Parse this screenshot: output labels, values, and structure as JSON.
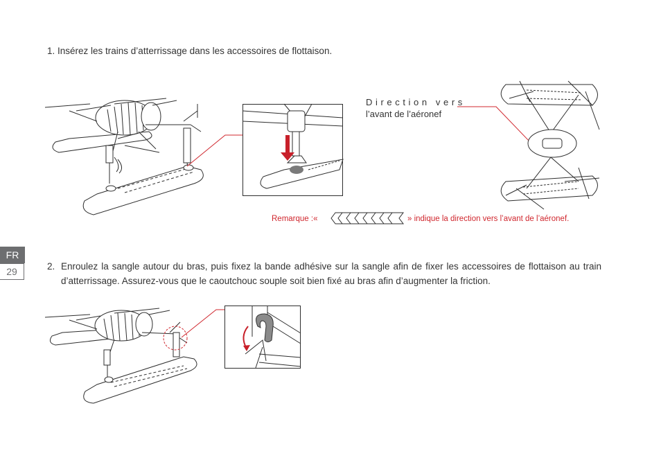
{
  "step1": {
    "text": "1. Insérez les trains d’atterrissage dans les accessoires de flottaison."
  },
  "step2": {
    "number": "2.",
    "text": "Enroulez la sangle autour du bras, puis fixez la bande adhésive sur la sangle afin de fixer les accessoires de flottaison au train d’atterrissage. Assurez-vous que le caoutchouc souple soit bien fixé au bras afin d’augmenter la friction."
  },
  "direction_label": {
    "line1": "Direction vers",
    "line2": "l’avant de l’aéronef"
  },
  "remark": {
    "prefix": "Remarque :«",
    "suffix": "» indique la direction vers l’avant de l’aéronef."
  },
  "page_tab": {
    "language": "FR",
    "page_number": "29"
  },
  "colors": {
    "accent_red": "#d0272e",
    "tab_gray": "#6d6e70",
    "arrow_red": "#c8202a"
  }
}
